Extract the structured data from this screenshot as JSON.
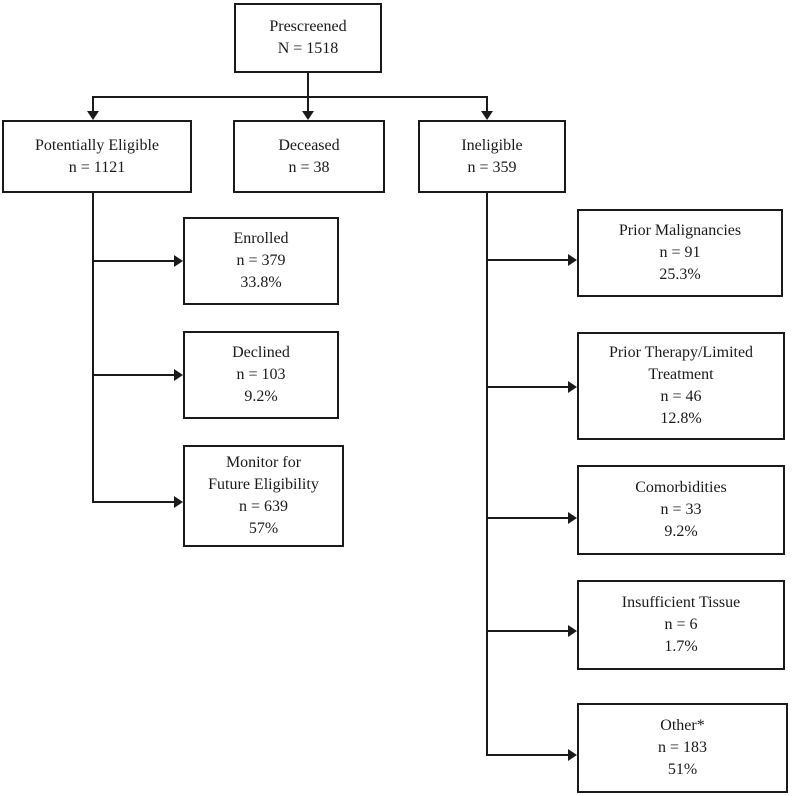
{
  "diagram": {
    "type": "flowchart",
    "colors": {
      "line": "#1a1a1a",
      "text": "#1a1a1a",
      "box_border": "#1a1a1a",
      "background": "#ffffff"
    },
    "nodes": {
      "prescreened": {
        "label": "Prescreened",
        "lines": [
          "Prescreened",
          "N = 1518"
        ]
      },
      "potentially_eligible": {
        "label": "Potentially Eligible",
        "lines": [
          "Potentially Eligible",
          "n = 1121"
        ]
      },
      "deceased": {
        "label": "Deceased",
        "lines": [
          "Deceased",
          "n = 38"
        ]
      },
      "ineligible": {
        "label": "Ineligible",
        "lines": [
          "Ineligible",
          "n = 359"
        ]
      },
      "enrolled": {
        "label": "Enrolled",
        "lines": [
          "Enrolled",
          "n = 379",
          "33.8%"
        ]
      },
      "declined": {
        "label": "Declined",
        "lines": [
          "Declined",
          "n = 103",
          "9.2%"
        ]
      },
      "monitor": {
        "label": "Monitor for Future Eligibility",
        "lines": [
          "Monitor for",
          "Future Eligibility",
          "n = 639",
          "57%"
        ]
      },
      "prior_malignancies": {
        "label": "Prior Malignancies",
        "lines": [
          "Prior Malignancies",
          "n = 91",
          "25.3%"
        ]
      },
      "prior_therapy": {
        "label": "Prior Therapy/Limited Treatment",
        "lines": [
          "Prior Therapy/Limited",
          "Treatment",
          "n = 46",
          "12.8%"
        ]
      },
      "comorbidities": {
        "label": "Comorbidities",
        "lines": [
          "Comorbidities",
          "n = 33",
          "9.2%"
        ]
      },
      "insufficient_tissue": {
        "label": "Insufficient Tissue",
        "lines": [
          "Insufficient Tissue",
          "n = 6",
          "1.7%"
        ]
      },
      "other": {
        "label": "Other*",
        "lines": [
          "Other*",
          "n = 183",
          "51%"
        ]
      }
    },
    "edges": [
      "prescreened -> potentially_eligible",
      "prescreened -> deceased",
      "prescreened -> ineligible",
      "potentially_eligible -> enrolled",
      "potentially_eligible -> declined",
      "potentially_eligible -> monitor",
      "ineligible -> prior_malignancies",
      "ineligible -> prior_therapy",
      "ineligible -> comorbidities",
      "ineligible -> insufficient_tissue",
      "ineligible -> other"
    ]
  }
}
